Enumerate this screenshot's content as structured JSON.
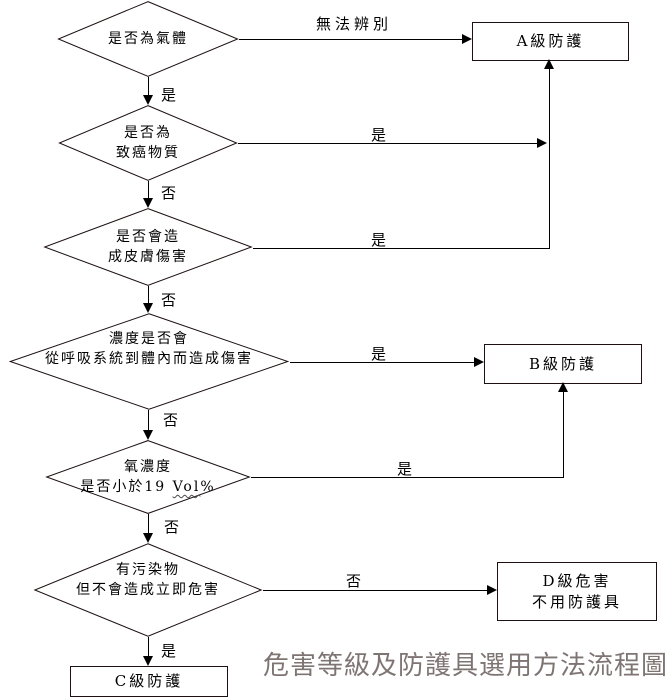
{
  "title": "危害等級及防護具選用方法流程圖",
  "nodes": {
    "d1": {
      "line1": "是否為氣體"
    },
    "d2": {
      "line1": "是否為",
      "line2": "致癌物質"
    },
    "d3": {
      "line1": "是否會造",
      "line2": "成皮膚傷害"
    },
    "d4": {
      "line1": "濃度是否會",
      "line2": "從呼吸系統到體內而造成傷害"
    },
    "d5": {
      "line1": "氧濃度",
      "line2_pre": "是否小於19 ",
      "line2_vol": "Vol",
      "line2_post": "%"
    },
    "d6": {
      "line1": "有污染物",
      "line2": "但不會造成立即危害"
    },
    "boxA": {
      "line1": "A級防護"
    },
    "boxB": {
      "line1": "B級防護"
    },
    "boxC": {
      "line1": "C級防護"
    },
    "boxD": {
      "line1": "D級危害",
      "line2": "不用防護具"
    }
  },
  "edge_labels": {
    "d1_right": "無法辨別",
    "d1_down": "是",
    "d2_right": "是",
    "d2_down": "否",
    "d3_right": "是",
    "d3_down": "否",
    "d4_right": "是",
    "d4_down": "否",
    "d5_right": "是",
    "d5_down": "否",
    "d6_right": "否",
    "d6_down": "是"
  },
  "colors": {
    "background": "#ffffff",
    "line": "#000000",
    "shape_border": "#1c1010",
    "title_text": "#7e7573"
  }
}
